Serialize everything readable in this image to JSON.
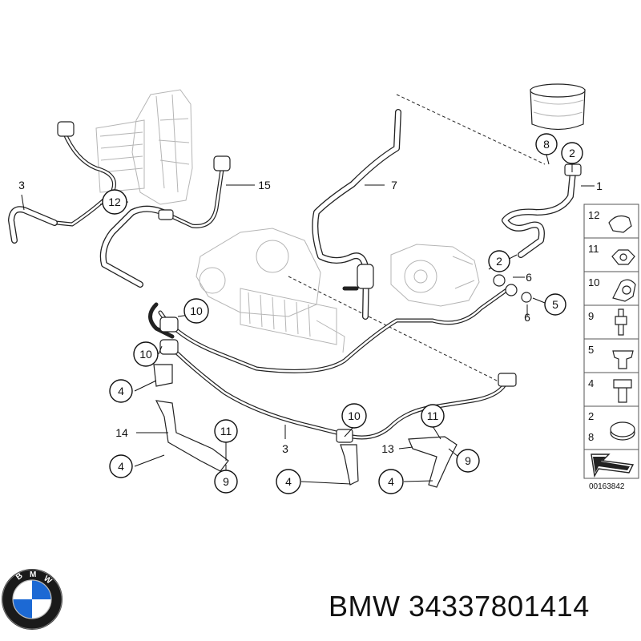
{
  "diagram": {
    "callouts": [
      {
        "id": "c3-left",
        "text": "3"
      },
      {
        "id": "c12",
        "text": "12"
      },
      {
        "id": "c15",
        "text": "15"
      },
      {
        "id": "c7",
        "text": "7"
      },
      {
        "id": "c8",
        "text": "8"
      },
      {
        "id": "c2-top",
        "text": "2"
      },
      {
        "id": "c1",
        "text": "1"
      },
      {
        "id": "c2-mid",
        "text": "2"
      },
      {
        "id": "c6-top",
        "text": "6"
      },
      {
        "id": "c5",
        "text": "5"
      },
      {
        "id": "c6-bot",
        "text": "6"
      },
      {
        "id": "c10-a",
        "text": "10"
      },
      {
        "id": "c10-b",
        "text": "10"
      },
      {
        "id": "c4-a",
        "text": "4"
      },
      {
        "id": "c14",
        "text": "14"
      },
      {
        "id": "c11-left",
        "text": "11"
      },
      {
        "id": "c4-b",
        "text": "4"
      },
      {
        "id": "c9-left",
        "text": "9"
      },
      {
        "id": "c3-mid",
        "text": "3"
      },
      {
        "id": "c10-c",
        "text": "10"
      },
      {
        "id": "c11-right",
        "text": "11"
      },
      {
        "id": "c13",
        "text": "13"
      },
      {
        "id": "c9-right",
        "text": "9"
      },
      {
        "id": "c4-c",
        "text": "4"
      },
      {
        "id": "c4-d",
        "text": "4"
      }
    ],
    "panel": {
      "items": [
        {
          "label": "12",
          "icon": "hose-clip-icon"
        },
        {
          "label": "11",
          "icon": "hex-nut-icon"
        },
        {
          "label": "10",
          "icon": "pipe-clamp-icon"
        },
        {
          "label": "9",
          "icon": "stud-bolt-icon"
        },
        {
          "label": "5",
          "icon": "banjo-bolt-icon"
        },
        {
          "label": "4",
          "icon": "hex-bolt-icon"
        },
        {
          "label": "2",
          "label2": "8",
          "icon": "hose-clamp-icon"
        }
      ],
      "ref_code": "00163842"
    }
  },
  "brand": {
    "name": "BMW",
    "text": "BMW 34337801414",
    "colors": {
      "blue": "#1c69d4",
      "black": "#111111",
      "white": "#ffffff"
    }
  }
}
